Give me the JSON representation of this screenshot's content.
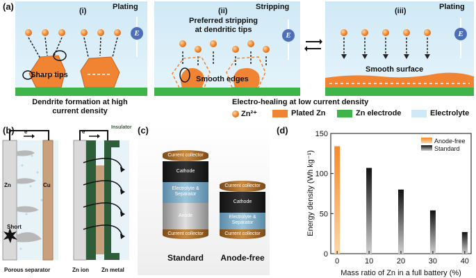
{
  "panel_a": {
    "label": "(a)",
    "sub_i": {
      "numeral": "(i)",
      "mode": "Plating",
      "callout": "Sharp tips"
    },
    "sub_ii": {
      "numeral": "(ii)",
      "mode": "Stripping",
      "callout_top": "Preferred stripping\nat dendritic tips",
      "callout_bottom": "Smooth edges"
    },
    "sub_iii": {
      "numeral": "(iii)",
      "mode": "Plating",
      "callout": "Smooth surface"
    },
    "e_symbol": "E",
    "caption_left": "Dendrite formation at high\ncurrent density",
    "caption_right": "Electro-healing at low current density",
    "legend": [
      {
        "label": "Zn²⁺",
        "color": "#e87a1e",
        "shape": "circle"
      },
      {
        "label": "Plated Zn",
        "color": "#f08433",
        "shape": "rect"
      },
      {
        "label": "Zn electrode",
        "color": "#3fb44a",
        "shape": "rect"
      },
      {
        "label": "Electrolyte",
        "color": "#cfe9f6",
        "shape": "rect"
      }
    ]
  },
  "panel_b": {
    "label": "(b)",
    "electron": "e⁻",
    "left_zn": "Zn",
    "left_cu": "Cu",
    "short": "Short",
    "separator": "Porous separator",
    "insulator": "Insulator",
    "zn_ion": "Zn ion",
    "zn_metal": "Zn metal"
  },
  "panel_c": {
    "label": "(c)",
    "standard": {
      "name": "Standard",
      "layers": [
        "Current collector",
        "Cathode",
        "Electrolyte &\nSeparator",
        "Anode",
        "Current collector"
      ]
    },
    "anode_free": {
      "name": "Anode-free",
      "layers": [
        "Current collector",
        "Cathode",
        "Electrolyte &\nSeparator",
        "Current collector"
      ]
    }
  },
  "panel_d": {
    "label": "(d)",
    "legend": [
      {
        "name": "Anode-free",
        "color": "#f7a045"
      },
      {
        "name": "Standard",
        "color": "#333333"
      }
    ]
  },
  "chart_data": {
    "type": "bar",
    "x": [
      0,
      10,
      20,
      30,
      40
    ],
    "xticks": [
      "0",
      "10",
      "20",
      "30",
      "40"
    ],
    "series": [
      {
        "name": "Anode-free",
        "x": [
          0
        ],
        "values": [
          134
        ]
      },
      {
        "name": "Standard",
        "x": [
          10,
          20,
          30,
          40
        ],
        "values": [
          107,
          80,
          54,
          27
        ]
      }
    ],
    "xlabel": "Mass ratio of Zn in a full battery (%)",
    "ylabel": "Energy density (Wh kg⁻¹)",
    "ylim": [
      0,
      150
    ],
    "yticks": [
      0,
      50,
      100,
      150
    ],
    "xlim": [
      -2,
      42
    ],
    "legend_position": "top-right",
    "grid": false
  }
}
